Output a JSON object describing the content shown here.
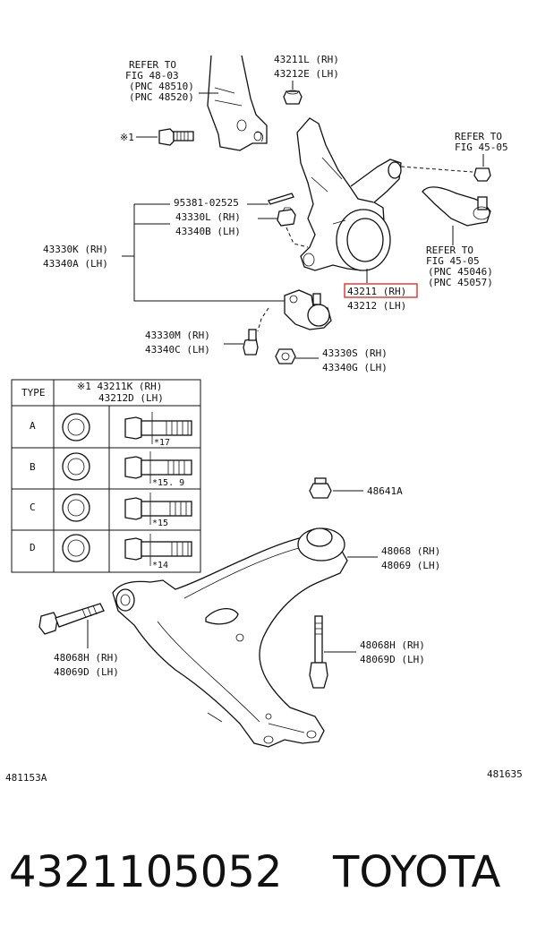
{
  "labels": {
    "refer_fig_48_03": [
      "REFER TO",
      "FIG 48-03",
      "(PNC 48510)",
      "(PNC 48520)"
    ],
    "p43211L": "43211L (RH)",
    "p43212E": "43212E (LH)",
    "star1": "※1",
    "refer_fig_45_05_top": [
      "REFER TO",
      "FIG 45-05"
    ],
    "p95381": "95381-02525",
    "p43330L": "43330L (RH)",
    "p43340B": "43340B (LH)",
    "p43330K": "43330K (RH)",
    "p43340A": "43340A (LH)",
    "refer_fig_45_05_bottom": [
      "REFER TO",
      "FIG 45-05",
      "(PNC 45046)",
      "(PNC 45057)"
    ],
    "p43211": "43211 (RH)",
    "p43212": "43212 (LH)",
    "p43330M": "43330M (RH)",
    "p43340C": "43340C (LH)",
    "p43330S": "43330S (RH)",
    "p43340G": "43340G (LH)",
    "p48641A": "48641A",
    "p48068": "48068 (RH)",
    "p48069": "48069 (LH)",
    "p48068H_right": "48068H (RH)",
    "p48069D_right": "48069D (LH)",
    "p48068H_left": "48068H (RH)",
    "p48069D_left": "48069D (LH)",
    "fig_left": "481153A",
    "fig_right": "481635"
  },
  "table": {
    "header_type": "TYPE",
    "header_part": [
      "※1 43211K (RH)",
      "43212D (LH)"
    ],
    "rows": [
      {
        "type": "A",
        "dim": "17"
      },
      {
        "type": "B",
        "dim": "15. 9"
      },
      {
        "type": "C",
        "dim": "15"
      },
      {
        "type": "D",
        "dim": "14"
      }
    ]
  },
  "footer": {
    "part_number": "4321105052",
    "brand": "TOYOTA"
  },
  "highlight_color": "#e03030"
}
